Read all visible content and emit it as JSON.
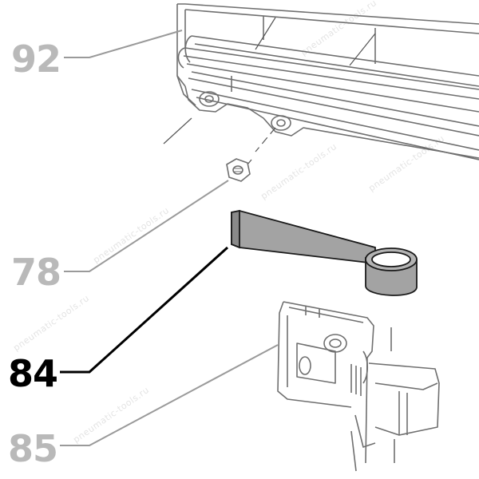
{
  "diagram": {
    "callouts": [
      {
        "id": "92",
        "label": "92",
        "highlighted": false
      },
      {
        "id": "78",
        "label": "78",
        "highlighted": false
      },
      {
        "id": "84",
        "label": "84",
        "highlighted": true
      },
      {
        "id": "85",
        "label": "85",
        "highlighted": false
      }
    ],
    "watermark": "pneumatic-tools.ru",
    "colors": {
      "muted_label": "#b9b9b9",
      "strong_label": "#000000",
      "highlight_part_fill": "#a3a3a3",
      "line_art": "#6f6f6f"
    }
  }
}
